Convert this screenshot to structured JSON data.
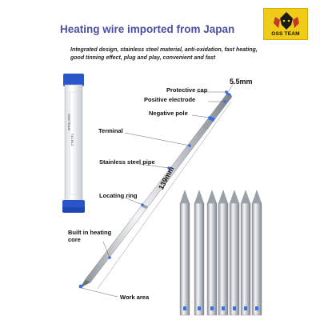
{
  "header": {
    "headline": "Heating wire imported from Japan",
    "description": "Integrated design, stainless steel material, anti-oxidation, fast heating, good tinning effect, plug and play, convenient and fast",
    "brand": "OSS TEAM"
  },
  "labels": {
    "protective_cap": "Protective cap",
    "positive_electrode": "Positive electrode",
    "negative_pole": "Negative pole",
    "terminal": "Terminal",
    "stainless_steel_pipe": "Stainless steel pipe",
    "locating_ring": "Locating ring",
    "built_in_heating_core": "Built in heating core",
    "work_area": "Work area"
  },
  "dimensions": {
    "diameter": "5.5mm",
    "length": "139mm"
  },
  "tube": {
    "model": "T12-BL3",
    "brand": "OSS TEAM"
  },
  "colors": {
    "headline": "#4b4fa0",
    "logo_bg": "#f0cc18",
    "cap_blue": "#2a55c8",
    "steel": "#c9ccd2"
  }
}
